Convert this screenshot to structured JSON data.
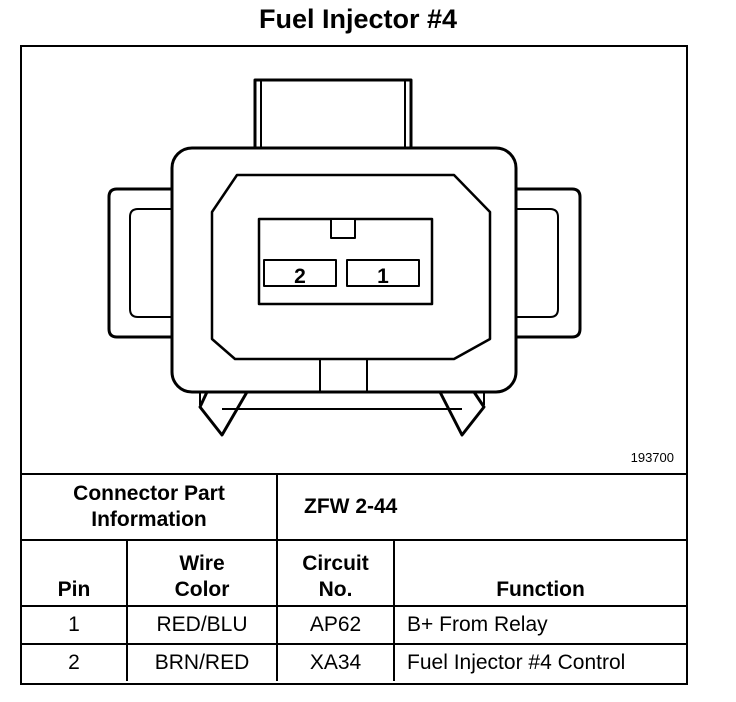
{
  "title": "Fuel Injector #4",
  "figure_number": "193700",
  "connector": {
    "cavity_labels": [
      "2",
      "1"
    ]
  },
  "part_info": {
    "label": "Connector Part Information",
    "value": "ZFW 2-44"
  },
  "pin_table": {
    "headers": {
      "pin": "Pin",
      "wire_color": "Wire Color",
      "circuit": "Circuit No.",
      "function": "Function"
    },
    "rows": [
      {
        "pin": "1",
        "wire_color": "RED/BLU",
        "circuit": "AP62",
        "function": "B+ From Relay"
      },
      {
        "pin": "2",
        "wire_color": "BRN/RED",
        "circuit": "XA34",
        "function": "Fuel Injector #4 Control"
      }
    ]
  }
}
